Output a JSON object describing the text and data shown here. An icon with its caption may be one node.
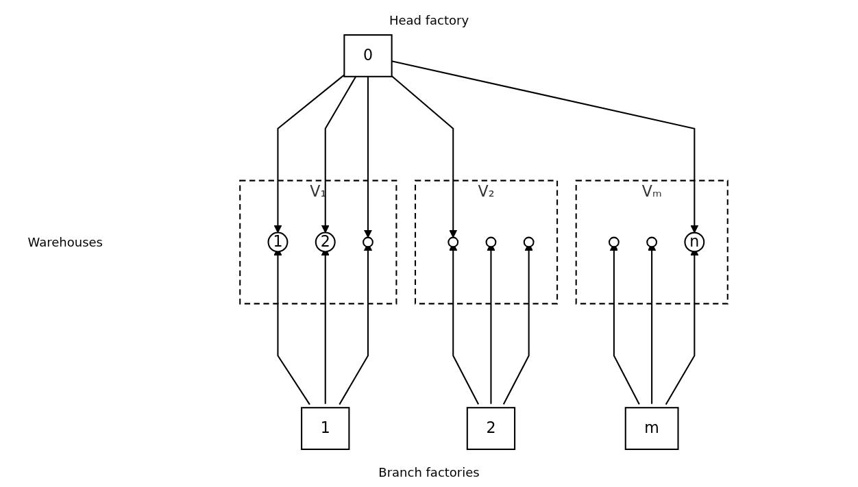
{
  "diagram": {
    "nodes": [
      {
        "text": [
          "0"
        ],
        "beside": [
          "Head factory"
        ]
      },
      {
        "text": [
          "V₁"
        ]
      },
      {
        "text": [
          "1"
        ],
        "in": 1
      },
      {
        "text": [
          "2"
        ],
        "in": 1
      },
      {
        "text": [],
        "shape": "circle",
        "in": 1
      },
      {
        "text": [
          "V₂"
        ]
      },
      {
        "text": [],
        "shape": "circle",
        "in": 5
      },
      {
        "text": [],
        "shape": "circle",
        "in": 5
      },
      {
        "text": [],
        "shape": "circle",
        "in": 5
      },
      {
        "text": [
          "Vₘ"
        ]
      },
      {
        "text": [],
        "shape": "circle",
        "in": 9
      },
      {
        "text": [],
        "shape": "circle",
        "in": 9
      },
      {
        "text": [
          "n"
        ],
        "in": 9
      },
      {
        "text": [
          "1"
        ]
      },
      {
        "text": [
          "2"
        ]
      },
      {
        "text": [
          "m"
        ]
      }
    ],
    "edges": [
      {
        "from": 0,
        "to": 2,
        "arrow": "to"
      },
      {
        "from": 0,
        "to": 3,
        "arrow": "to"
      },
      {
        "from": 0,
        "to": 4,
        "arrow": "to"
      },
      {
        "from": 0,
        "to": 6,
        "arrow": "to"
      },
      {
        "from": 0,
        "to": 12,
        "arrow": "to"
      },
      {
        "from": 13,
        "to": 2,
        "arrow": "to"
      },
      {
        "from": 13,
        "to": 3,
        "arrow": "to"
      },
      {
        "from": 13,
        "to": 4,
        "arrow": "to"
      },
      {
        "from": 14,
        "to": 6,
        "arrow": "to"
      },
      {
        "from": 14,
        "to": 7,
        "arrow": "to"
      },
      {
        "from": 14,
        "to": 8,
        "arrow": "to"
      },
      {
        "from": 15,
        "to": 10,
        "arrow": "to"
      },
      {
        "from": 15,
        "to": 11,
        "arrow": "to"
      },
      {
        "from": 15,
        "to": 12,
        "arrow": "to"
      }
    ],
    "labels": [
      "Warehouses",
      "Branch factories"
    ]
  }
}
